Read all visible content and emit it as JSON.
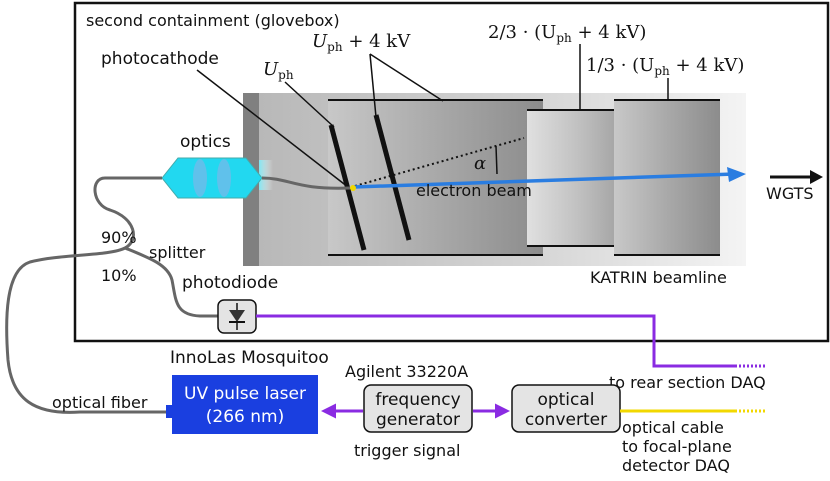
{
  "glovebox_label": "second containment (glovebox)",
  "labels": {
    "photocathode": "photocathode",
    "optics": "optics",
    "splitter": "splitter",
    "pct90": "90%",
    "pct10": "10%",
    "photodiode": "photodiode",
    "electron_beam": "electron beam",
    "alpha": "α",
    "katrin": "KATRIN beamline",
    "wgts": "WGTS",
    "optical_fiber": "optical fiber",
    "innolas": "InnoLas Mosquitoo",
    "agilent": "Agilent 33220A",
    "trigger": "trigger signal",
    "rear_daq": "to rear section DAQ",
    "optical_cable_1": "optical cable",
    "optical_cable_2": "to focal-plane",
    "optical_cable_3": "detector DAQ"
  },
  "math": {
    "u_ph": "U",
    "u_ph_sub": "ph",
    "u_ph4": "U",
    "u_ph4_sub": "ph",
    "u_ph4_rest": " + 4 kV",
    "two_thirds_pre": "2/3 · (U",
    "two_thirds_sub": "ph",
    "two_thirds_rest": " + 4 kV)",
    "one_third_pre": "1/3 · (U",
    "one_third_sub": "ph",
    "one_third_rest": " + 4 kV)"
  },
  "laser": {
    "line1": "UV pulse laser",
    "line2": "(266 nm)"
  },
  "freq_gen": {
    "line1": "frequency",
    "line2": "generator"
  },
  "opt_conv": {
    "line1": "optical",
    "line2": "converter"
  },
  "colors": {
    "laser_blue": "#1a3fe0",
    "beam_blue": "#2a7de1",
    "signal_purple": "#8a2be2",
    "cable_yellow": "#f2d800",
    "fiber_gray": "#666666",
    "optics_cyan": "#22d8f0"
  }
}
